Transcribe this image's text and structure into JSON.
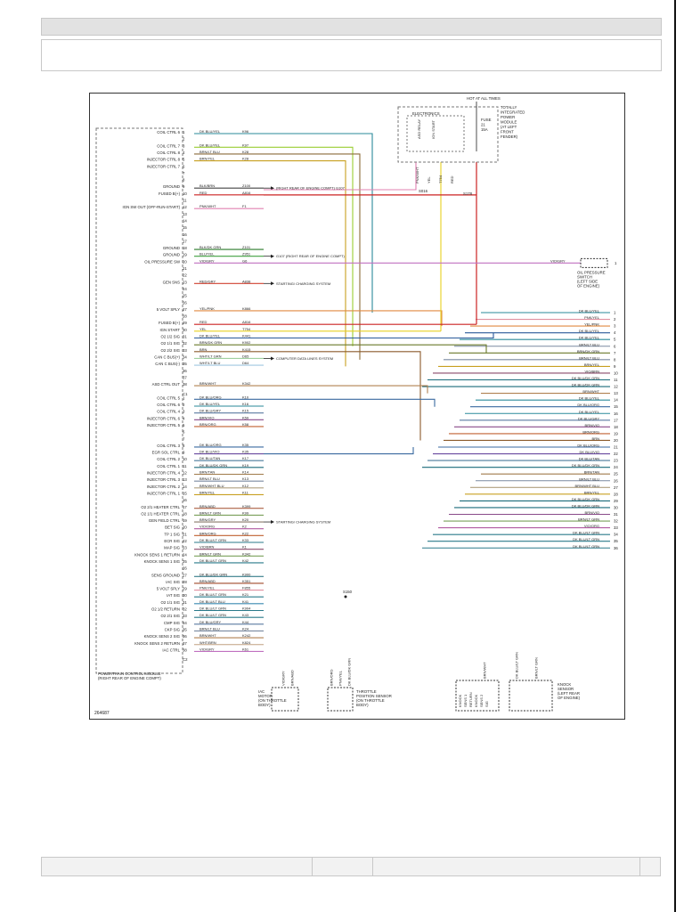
{
  "header": {
    "bar_text": "",
    "title_text": ""
  },
  "figure_id": "264687",
  "pcm": {
    "title_lines": [
      "POWERTRAIN CONTROL MODULE",
      "(RIGHT REAR OF ENGINE COMPT)"
    ],
    "connector_c1": "C1",
    "connector_c2": "C2"
  },
  "c1_pins": [
    {
      "n": "1",
      "label": "COIL CTRL 6",
      "wire": "DK BLU/YEL",
      "circuit": "K96",
      "color": "#2a8a9a"
    },
    {
      "n": "2",
      "label": "",
      "wire": "",
      "circuit": "",
      "color": ""
    },
    {
      "n": "3",
      "label": "COIL CTRL 7",
      "wire": "DK BLU/YEL",
      "circuit": "K97",
      "color": "#9acd32"
    },
    {
      "n": "4",
      "label": "COIL CTRL 8",
      "wire": "BRN/LT BLU",
      "circuit": "K28",
      "color": "#8b6b3a"
    },
    {
      "n": "5",
      "label": "INJECTOR CTRL 8",
      "wire": "BRN/YEL",
      "circuit": "K28",
      "color": "#c8a020"
    },
    {
      "n": "6",
      "label": "INJECTOR CTRL 7",
      "wire": "",
      "circuit": "",
      "color": ""
    },
    {
      "n": "7",
      "label": "",
      "wire": "",
      "circuit": "",
      "color": ""
    },
    {
      "n": "8",
      "label": "",
      "wire": "",
      "circuit": "",
      "color": ""
    },
    {
      "n": "9",
      "label": "GROUND",
      "wire": "BLK/BRN",
      "circuit": "Z100",
      "color": "#444444"
    },
    {
      "n": "10",
      "label": "FUSED B(+)",
      "wire": "RED",
      "circuit": "A816",
      "color": "#cc2222"
    },
    {
      "n": "11",
      "label": "",
      "wire": "",
      "circuit": "",
      "color": ""
    },
    {
      "n": "12",
      "label": "IGN SW OUT (OFF-RUN-START)",
      "wire": "PNK/WHT",
      "circuit": "F1",
      "color": "#e080b0"
    },
    {
      "n": "13",
      "label": "",
      "wire": "",
      "circuit": "",
      "color": ""
    },
    {
      "n": "14",
      "label": "",
      "wire": "",
      "circuit": "",
      "color": ""
    },
    {
      "n": "15",
      "label": "",
      "wire": "",
      "circuit": "",
      "color": ""
    },
    {
      "n": "16",
      "label": "",
      "wire": "",
      "circuit": "",
      "color": ""
    },
    {
      "n": "17",
      "label": "",
      "wire": "",
      "circuit": "",
      "color": ""
    },
    {
      "n": "18",
      "label": "GROUND",
      "wire": "BLK/DK GRN",
      "circuit": "Z101",
      "color": "#2a7a2a"
    },
    {
      "n": "19",
      "label": "GROUND",
      "wire": "BLU/YEL",
      "circuit": "Z951",
      "color": "#40a040"
    },
    {
      "n": "20",
      "label": "OIL PRESSURE SW",
      "wire": "VIO/GRY",
      "circuit": "G6",
      "color": "#c070c0"
    },
    {
      "n": "21",
      "label": "",
      "wire": "",
      "circuit": "",
      "color": ""
    },
    {
      "n": "22",
      "label": "",
      "wire": "",
      "circuit": "",
      "color": ""
    },
    {
      "n": "23",
      "label": "GEN SNS",
      "wire": "RED/GRY",
      "circuit": "A838",
      "color": "#d04030"
    },
    {
      "n": "24",
      "label": "",
      "wire": "",
      "circuit": "",
      "color": ""
    },
    {
      "n": "25",
      "label": "",
      "wire": "",
      "circuit": "",
      "color": ""
    },
    {
      "n": "26",
      "label": "",
      "wire": "",
      "circuit": "",
      "color": ""
    },
    {
      "n": "27",
      "label": "5 VOLT SPLY",
      "wire": "YEL/PNK",
      "circuit": "K866",
      "color": "#e08a40"
    },
    {
      "n": "28",
      "label": "",
      "wire": "",
      "circuit": "",
      "color": ""
    },
    {
      "n": "29",
      "label": "FUSED B(+)",
      "wire": "RED",
      "circuit": "A816",
      "color": "#cc2222"
    },
    {
      "n": "30",
      "label": "IGN START",
      "wire": "YEL",
      "circuit": "T754",
      "color": "#e8d020"
    },
    {
      "n": "31",
      "label": "O2 1/2 SIG",
      "wire": "DK BLU/YEL",
      "circuit": "K441",
      "color": "#2a5a9a"
    },
    {
      "n": "32",
      "label": "O2 1/1 SIG",
      "wire": "BRN/DK GRN",
      "circuit": "K902",
      "color": "#6a7a2a"
    },
    {
      "n": "33",
      "label": "O2 2/2 SIG",
      "wire": "BRN",
      "circuit": "K415",
      "color": "#8b5a2b"
    },
    {
      "n": "34",
      "label": "CAN C BUS(+)",
      "wire": "WHT/LT GRN",
      "circuit": "D65",
      "color": "#a0d0a0"
    },
    {
      "n": "35",
      "label": "CAN C BUS(-)",
      "wire": "WHT/LT BLU",
      "circuit": "D64",
      "color": "#a0c8e0"
    },
    {
      "n": "36",
      "label": "",
      "wire": "",
      "circuit": "",
      "color": ""
    },
    {
      "n": "37",
      "label": "",
      "wire": "",
      "circuit": "",
      "color": ""
    },
    {
      "n": "38",
      "label": "ASD CTRL OUT",
      "wire": "BRN/WHT",
      "circuit": "K342",
      "color": "#b08050"
    }
  ],
  "c2_pins": [
    {
      "n": "1",
      "label": "COIL CTRL 5",
      "wire": "DK BLU/ORG",
      "circuit": "K10",
      "color": "#3a6aa0"
    },
    {
      "n": "2",
      "label": "COIL CTRL 6",
      "wire": "DK BLU/YEL",
      "circuit": "K16",
      "color": "#2a8a9a"
    },
    {
      "n": "3",
      "label": "COIL CTRL 4",
      "wire": "DK BLU/GRY",
      "circuit": "K15",
      "color": "#5a7aa0"
    },
    {
      "n": "4",
      "label": "INJECTOR CTRL 6",
      "wire": "BRN/VIO",
      "circuit": "K59",
      "color": "#8a4a8a"
    },
    {
      "n": "5",
      "label": "INJECTOR CTRL 5",
      "wire": "BRN/ORG",
      "circuit": "K58",
      "color": "#c06030"
    },
    {
      "n": "6",
      "label": "",
      "wire": "",
      "circuit": "",
      "color": ""
    },
    {
      "n": "7",
      "label": "",
      "wire": "",
      "circuit": "",
      "color": ""
    },
    {
      "n": "8",
      "label": "COIL CTRL 3",
      "wire": "DK BLU/ORG",
      "circuit": "K35",
      "color": "#3a6aa0"
    },
    {
      "n": "9",
      "label": "EGR SOL CTRL",
      "wire": "DK BLU/VIO",
      "circuit": "K35",
      "color": "#6a4aa0"
    },
    {
      "n": "10",
      "label": "COIL CTRL 2",
      "wire": "DK BLU/TAN",
      "circuit": "K17",
      "color": "#4a7a9a"
    },
    {
      "n": "11",
      "label": "COIL CTRL 1",
      "wire": "DK BLU/DK GRN",
      "circuit": "K19",
      "color": "#1a6a7a"
    },
    {
      "n": "12",
      "label": "INJECTOR CTRL 4",
      "wire": "BRN/TAN",
      "circuit": "K14",
      "color": "#a07a4a"
    },
    {
      "n": "13",
      "label": "INJECTOR CTRL 3",
      "wire": "BRN/LT BLU",
      "circuit": "K13",
      "color": "#7a8aa0"
    },
    {
      "n": "14",
      "label": "INJECTOR CTRL 2",
      "wire": "BRN/WHT BLU",
      "circuit": "K12",
      "color": "#b0a080"
    },
    {
      "n": "15",
      "label": "INJECTOR CTRL 1",
      "wire": "BRN/YEL",
      "circuit": "K11",
      "color": "#c8a020"
    },
    {
      "n": "16",
      "label": "",
      "wire": "",
      "circuit": "",
      "color": ""
    },
    {
      "n": "17",
      "label": "O2 2/1 HEATER CTRL",
      "wire": "BRN/ABD",
      "circuit": "K399",
      "color": "#a04a2a"
    },
    {
      "n": "18",
      "label": "O2 1/1 HEATER CTRL",
      "wire": "BRN/LT GRN",
      "circuit": "K99",
      "color": "#7aa05a"
    },
    {
      "n": "19",
      "label": "GEN FIELD CTRL",
      "wire": "BRN/GRY",
      "circuit": "K20",
      "color": "#8a7a6a"
    },
    {
      "n": "20",
      "label": "BET SIG",
      "wire": "VIO/ORG",
      "circuit": "K2",
      "color": "#b05aa0"
    },
    {
      "n": "21",
      "label": "TP 1 SIG",
      "wire": "BRN/ORG",
      "circuit": "K22",
      "color": "#c06030"
    },
    {
      "n": "22",
      "label": "ECR SIG",
      "wire": "DK BLU/LT GRN",
      "circuit": "K33",
      "color": "#2a7a8a"
    },
    {
      "n": "23",
      "label": "MAP SIG",
      "wire": "VIO/BRN",
      "circuit": "K1",
      "color": "#8a4a6a"
    },
    {
      "n": "24",
      "label": "KNOCK SENS 1 RETURN",
      "wire": "BRN/LT GRN",
      "circuit": "K342",
      "color": "#7aa05a"
    },
    {
      "n": "25",
      "label": "KNOCK SENS 1 SIG",
      "wire": "DK BLU/LT GRN",
      "circuit": "K42",
      "color": "#2a7a8a"
    },
    {
      "n": "26",
      "label": "",
      "wire": "",
      "circuit": "",
      "color": ""
    },
    {
      "n": "27",
      "label": "SENS GROUND",
      "wire": "DK BLU/DK GRN",
      "circuit": "K900",
      "color": "#1a6a7a"
    },
    {
      "n": "28",
      "label": "IAC SIG",
      "wire": "BRN/ABD",
      "circuit": "K351",
      "color": "#a04a2a"
    },
    {
      "n": "29",
      "label": "5 VOLT SPLY",
      "wire": "PNK/YEL",
      "circuit": "F855",
      "color": "#e090a0"
    },
    {
      "n": "30",
      "label": "IAT SIG",
      "wire": "DK BLU/LT GRN",
      "circuit": "K21",
      "color": "#2a7a8a"
    },
    {
      "n": "31",
      "label": "O2 1/1 SIG",
      "wire": "DK BLU/LT BLU",
      "circuit": "K41",
      "color": "#3a8ab0"
    },
    {
      "n": "32",
      "label": "O2 1/2 RETURN",
      "wire": "DK BLU/LT GRN",
      "circuit": "K904",
      "color": "#2a7a8a"
    },
    {
      "n": "33",
      "label": "O2 2/1 SIG",
      "wire": "DK BLU/LT GRN",
      "circuit": "K43",
      "color": "#2a7a8a"
    },
    {
      "n": "34",
      "label": "CMP SIG",
      "wire": "DK BLU/GRY",
      "circuit": "K44",
      "color": "#5a7aa0"
    },
    {
      "n": "35",
      "label": "CKP SIG",
      "wire": "BRN/LT BLU",
      "circuit": "K24",
      "color": "#7a8aa0"
    },
    {
      "n": "36",
      "label": "KNOCK SENS 2 SIG",
      "wire": "BRN/WHT",
      "circuit": "K242",
      "color": "#b08050"
    },
    {
      "n": "37",
      "label": "KNOCK SENS 2 RETURN",
      "wire": "WHT/BRN",
      "circuit": "K824",
      "color": "#c0a080"
    },
    {
      "n": "38",
      "label": "IAC CTRL",
      "wire": "VIO/GRY",
      "circuit": "K61",
      "color": "#c070c0"
    }
  ],
  "pin_annotations": [
    {
      "pin": "c1_9",
      "text": "(RIGHT REAR OF ENGINE COMPT) G107",
      "arrow": true
    },
    {
      "pin": "c1_19",
      "text": "G107 (RIGHT REAR OF ENGINE COMPT)",
      "arrow": true
    },
    {
      "pin": "c1_23",
      "text": "STARTING/ CHARGING SYSTEM",
      "arrow": true
    },
    {
      "pin": "c1_34",
      "text": "COMPUTER DATA LINES SYSTEM",
      "arrow": true
    },
    {
      "pin": "c2_19",
      "text": "STARTING/ CHARGING SYSTEM",
      "arrow": true
    }
  ],
  "ipm": {
    "hot_at": "HOT AT ALL TIMES",
    "electronics_label": "ELECTRONICS",
    "title_lines": [
      "TOTALLY",
      "INTEGRATED",
      "POWER",
      "MODULE",
      "(AT LEFT",
      "FRONT",
      "FENDER)"
    ],
    "fuse_lines": [
      "FUSE",
      "21",
      "15A"
    ],
    "relay_labels": [
      "ASD RELAY",
      "IGN START"
    ],
    "pin_wires": [
      "PNK/WHT",
      "YEL",
      "T754",
      "RED"
    ],
    "splices": [
      "S016",
      "S178"
    ]
  },
  "oil_switch": {
    "wire": "VIO/GRY",
    "lines": [
      "OIL PRESSURE",
      "SWITCH",
      "(LEFT SIDE",
      "OF ENGINE)"
    ],
    "pin": "1"
  },
  "bottom_components": {
    "iac": {
      "lines": [
        "IAC",
        "MOTOR",
        "(ON THROTTLE",
        "BODY)"
      ],
      "wires": [
        "VIO/GRY",
        "BRN/ABD"
      ]
    },
    "tps": {
      "lines": [
        "THROTTLE",
        "POSITION SENSOR",
        "(ON THROTTLE",
        "BODY)"
      ],
      "wires": [
        "BRN/ORG",
        "PNK/YEL",
        "DK BLU/DK GRN"
      ]
    },
    "knock1": {
      "lines": [
        "KNOCK",
        "SENS 1",
        "RETURN"
      ],
      "wires": [
        "BRN/WHT"
      ]
    },
    "knock2": {
      "lines": [
        "KNOCK",
        "SENS 2",
        "SIG"
      ],
      "wires": [
        "BRN/WHT"
      ]
    },
    "knock_sensor": {
      "lines": [
        "KNOCK",
        "SENSOR",
        "(LEFT REAR",
        "OF ENGINE)"
      ],
      "wires": [
        "DK BLU/LT GRN",
        "BRN/LT GRN"
      ]
    },
    "splice_s150": "S150"
  },
  "right_connector": [
    {
      "n": "1",
      "wire": "DK BLU/YEL",
      "color": "#2a8a9a"
    },
    {
      "n": "2",
      "wire": "PNK/YEL",
      "color": "#e090a0"
    },
    {
      "n": "3",
      "wire": "YEL/PNK",
      "color": "#e08a40"
    },
    {
      "n": "4",
      "wire": "DK BLU/YEL",
      "color": "#2a5a9a"
    },
    {
      "n": "5",
      "wire": "DK BLU/YEL",
      "color": "#2a8a9a"
    },
    {
      "n": "6",
      "wire": "BRN/LT BLU",
      "color": "#7a8aa0"
    },
    {
      "n": "7",
      "wire": "BRN/DK GRN",
      "color": "#6a7a2a"
    },
    {
      "n": "8",
      "wire": "BRN/LT BLU",
      "color": "#7a8aa0"
    },
    {
      "n": "9",
      "wire": "BRN/YEL",
      "color": "#c8a020"
    },
    {
      "n": "10",
      "wire": "VIO/BRN",
      "color": "#8a4a6a"
    },
    {
      "n": "11",
      "wire": "DK BLU/DK GRN",
      "color": "#1a6a7a"
    },
    {
      "n": "12",
      "wire": "DK BLU/DK GRN",
      "color": "#1a6a7a"
    },
    {
      "n": "13",
      "wire": "BRN/WHT",
      "color": "#b08050"
    },
    {
      "n": "14",
      "wire": "DK BLU/YEL",
      "color": "#2a8a9a"
    },
    {
      "n": "15",
      "wire": "DK BLU/ORG",
      "color": "#3a6aa0"
    },
    {
      "n": "16",
      "wire": "DK BLU/YEL",
      "color": "#2a8a9a"
    },
    {
      "n": "17",
      "wire": "DK BLU/GRY",
      "color": "#5a7aa0"
    },
    {
      "n": "18",
      "wire": "BRN/VIO",
      "color": "#8a4a8a"
    },
    {
      "n": "19",
      "wire": "BRN/ORG",
      "color": "#c06030"
    },
    {
      "n": "20",
      "wire": "BRN",
      "color": "#8b5a2b"
    },
    {
      "n": "21",
      "wire": "DK BLU/ORG",
      "color": "#3a6aa0"
    },
    {
      "n": "22",
      "wire": "DK BLU/VIO",
      "color": "#6a4aa0"
    },
    {
      "n": "23",
      "wire": "DK BLU/TAN",
      "color": "#4a7a9a"
    },
    {
      "n": "24",
      "wire": "DK BLU/DK GRN",
      "color": "#1a6a7a"
    },
    {
      "n": "25",
      "wire": "BRN/TAN",
      "color": "#a07a4a"
    },
    {
      "n": "26",
      "wire": "BRN/LT BLU",
      "color": "#7a8aa0"
    },
    {
      "n": "27",
      "wire": "BRN/WHT BLU",
      "color": "#b0a080"
    },
    {
      "n": "28",
      "wire": "BRN/YEL",
      "color": "#c8a020"
    },
    {
      "n": "29",
      "wire": "DK BLU/DK GRN",
      "color": "#1a6a7a"
    },
    {
      "n": "30",
      "wire": "DK BLU/DK GRN",
      "color": "#1a6a7a"
    },
    {
      "n": "31",
      "wire": "BRN/VIO",
      "color": "#8a4a8a"
    },
    {
      "n": "32",
      "wire": "BRN/LT GRN",
      "color": "#7aa05a"
    },
    {
      "n": "33",
      "wire": "VIO/ORG",
      "color": "#b05aa0"
    },
    {
      "n": "34",
      "wire": "DK BLU/LT GRN",
      "color": "#2a7a8a"
    },
    {
      "n": "35",
      "wire": "DK BLU/LT GRN",
      "color": "#2a7a8a"
    },
    {
      "n": "36",
      "wire": "DK BLU/LT GRN",
      "color": "#2a7a8a"
    }
  ]
}
